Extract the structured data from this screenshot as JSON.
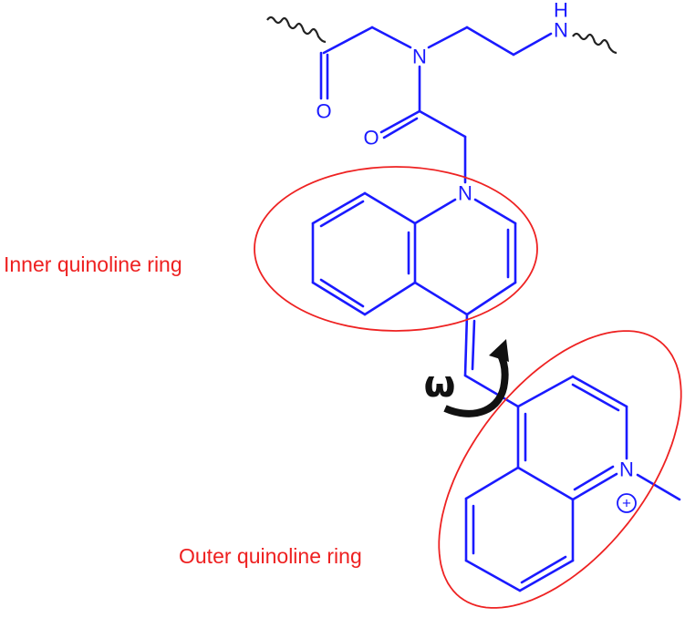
{
  "labels": {
    "inner": "Inner quinoline ring",
    "outer": "Outer quinoline ring"
  },
  "atoms": {
    "amide_o1": "O",
    "amide_o2": "O",
    "backbone_n": "N",
    "amine_n": "N",
    "amine_h": "H",
    "inner_n": "N",
    "outer_n": "N",
    "charge": "+"
  },
  "torsion_symbol": "ω",
  "colors": {
    "bond": "#1a1aff",
    "highlight": "#ee2222",
    "arrow": "#111111"
  }
}
